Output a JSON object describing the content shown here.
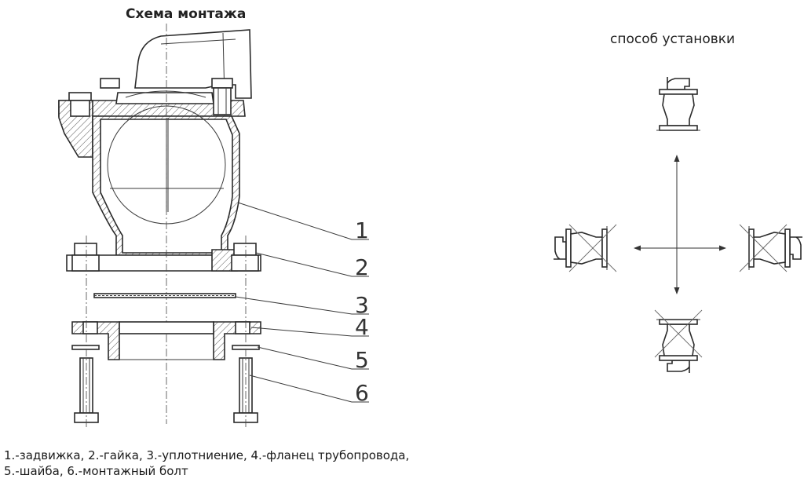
{
  "title": "Схема монтажа",
  "subtitle": "способ установки",
  "callouts": [
    "1",
    "2",
    "3",
    "4",
    "5",
    "6"
  ],
  "legend": {
    "line1": "1.-задвижка, 2.-гайка, 3.-уплотниение, 4.-фланец трубопровода,",
    "line2": "5.-шайба, 6.-монтажный болт"
  },
  "colors": {
    "ink": "#2a2a2a",
    "background": "#ffffff"
  }
}
